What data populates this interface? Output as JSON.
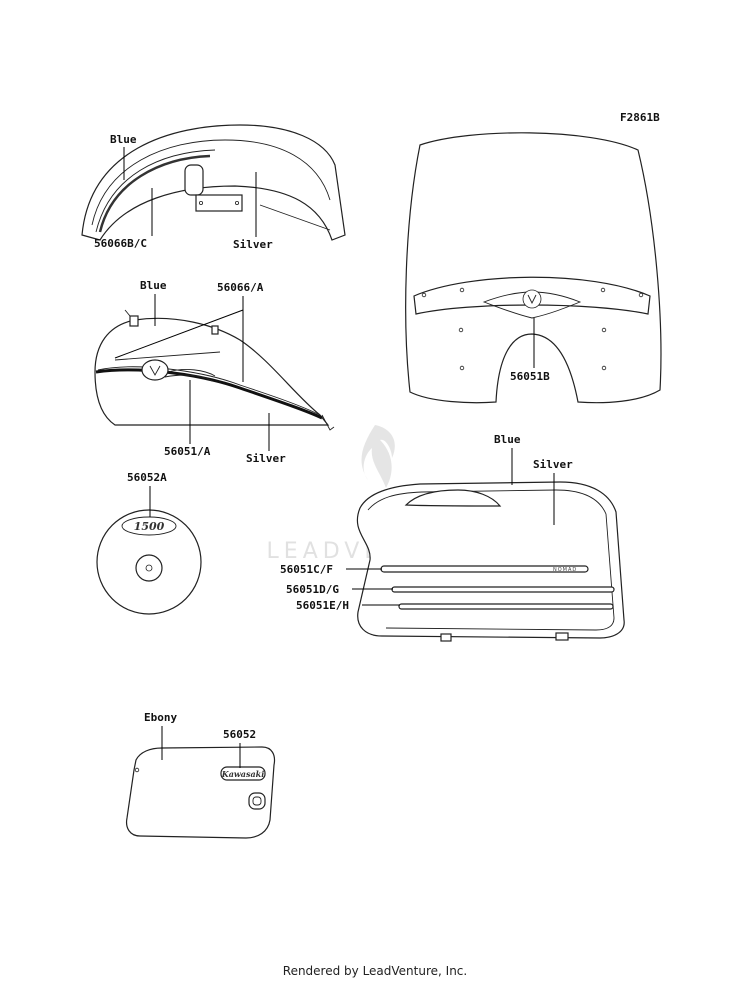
{
  "diagram_code": "F2861B",
  "labels": {
    "fender_color_blue": "Blue",
    "fender_part": "56066B/C",
    "fender_color_silver": "Silver",
    "tank_color_blue": "Blue",
    "tank_part_upper": "56066/A",
    "tank_part_lower": "56051/A",
    "tank_color_silver": "Silver",
    "windshield_part": "56051B",
    "cover_part": "56052A",
    "saddlebag_color_blue": "Blue",
    "saddlebag_color_silver": "Silver",
    "saddlebag_stripe_1": "56051C/F",
    "saddlebag_stripe_2": "56051D/G",
    "saddlebag_stripe_3": "56051E/H",
    "side_cover_color": "Ebony",
    "side_cover_part": "56052"
  },
  "emblems": {
    "cover_badge": "1500",
    "side_cover_badge": "Kawasaki",
    "saddlebag_badge": "NOMAD"
  },
  "watermark": "LEADVENTURE",
  "footer": "Rendered by LeadVenture, Inc."
}
